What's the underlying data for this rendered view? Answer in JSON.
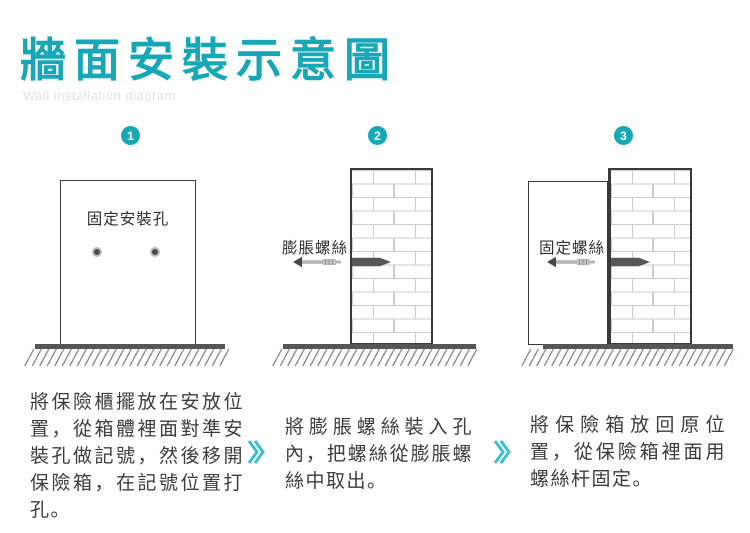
{
  "header": {
    "title": "牆面安裝示意圖",
    "subtitle": "Wall installation diagram"
  },
  "colors": {
    "accent": "#18a7b7",
    "chevron": "#3ebecb",
    "line": "#3a3a3a",
    "ground": "#565656",
    "text": "#3d3d3d",
    "label": "#2f2f2f",
    "subtitle": "#e2e2e2",
    "mortar": "#cccccc",
    "metal": "#b4b4b4",
    "anchor": "#575757",
    "hatch": "#8f8f8f",
    "dot": "#4a4a4a"
  },
  "steps": [
    {
      "number": "1",
      "label": "固定安裝孔",
      "description": "將保險櫃擺放在安放位置，從箱體裡面對準安裝孔做記號，然後移開保險箱，在記號位置打孔。"
    },
    {
      "number": "2",
      "label": "膨脹螺絲",
      "description": "將膨脹螺絲裝入孔內，把螺絲從膨脹螺絲中取出。"
    },
    {
      "number": "3",
      "label": "固定螺絲",
      "description": "將保險箱放回原位置，從保險箱裡面用螺絲杆固定。"
    }
  ]
}
